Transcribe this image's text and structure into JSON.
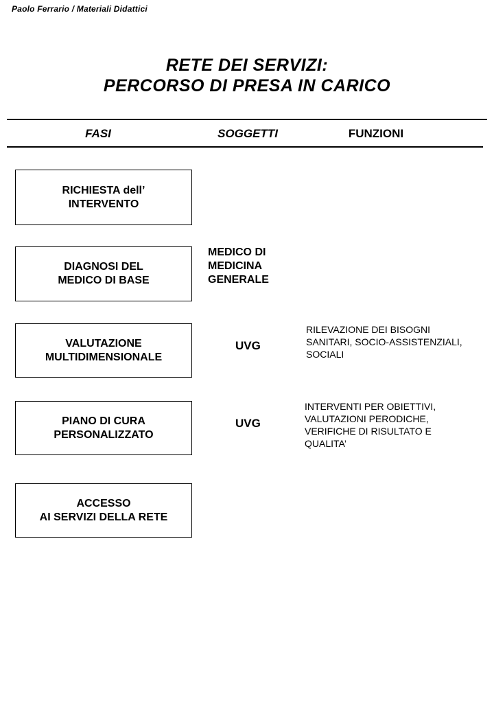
{
  "page": {
    "author": "Paolo Ferrario / Materiali Didattici",
    "title": "RETE DEI SERVIZI:\nPERCORSO DI PRESA IN CARICO"
  },
  "columns": {
    "fasi": "FASI",
    "soggetti": "SOGGETTI",
    "funzioni": "FUNZIONI"
  },
  "rows": [
    {
      "fase": "RICHIESTA dell’\nINTERVENTO",
      "soggetto": "",
      "funzione": ""
    },
    {
      "fase": "DIAGNOSI DEL\nMEDICO DI BASE",
      "soggetto": "MEDICO DI\nMEDICINA\nGENERALE",
      "funzione": ""
    },
    {
      "fase": "VALUTAZIONE\nMULTIDIMENSIONALE",
      "soggetto": "UVG",
      "funzione": "RILEVAZIONE DEI BISOGNI\nSANITARI, SOCIO-ASSISTENZIALI,\nSOCIALI"
    },
    {
      "fase": "PIANO DI CURA\nPERSONALIZZATO",
      "soggetto": "UVG",
      "funzione": "INTERVENTI PER OBIETTIVI,\nVALUTAZIONI PERODICHE,\nVERIFICHE DI RISULTATO E\nQUALITA’"
    },
    {
      "fase": "ACCESSO\nAI SERVIZI DELLA RETE",
      "soggetto": "",
      "funzione": ""
    }
  ],
  "colors": {
    "background": "#ffffff",
    "text": "#000000",
    "rule": "#000000",
    "box_border": "#000000"
  }
}
